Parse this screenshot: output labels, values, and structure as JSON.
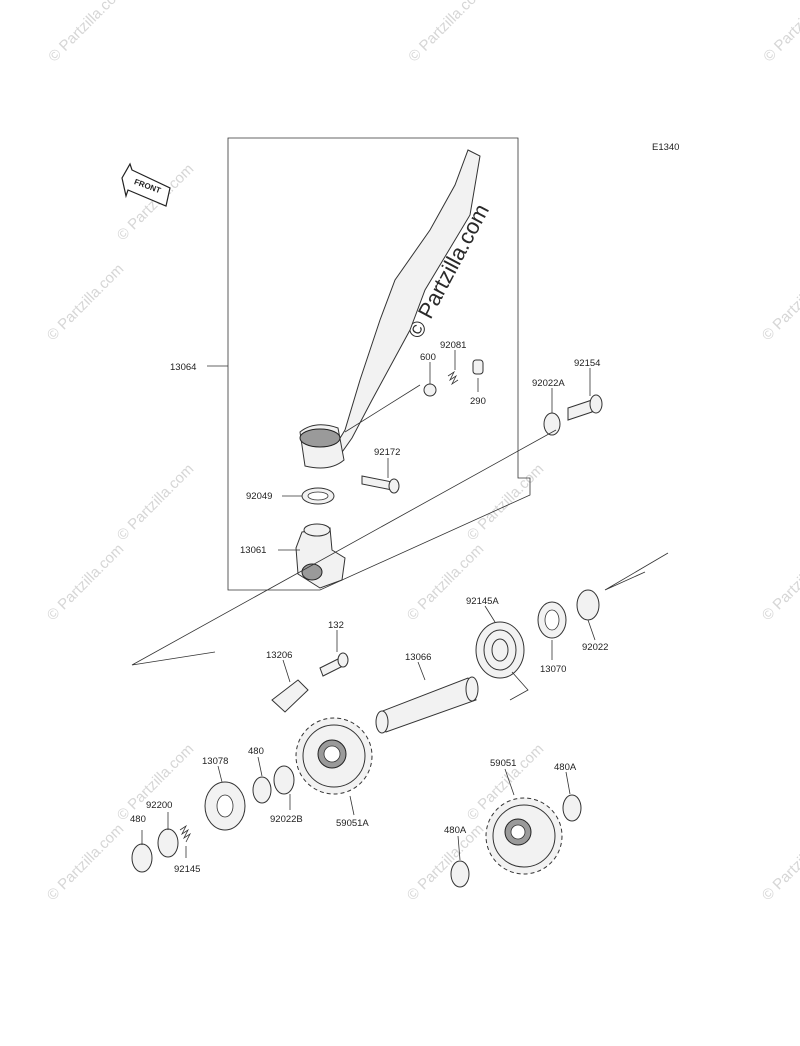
{
  "diagram_code": "E1340",
  "front_label": "FRONT",
  "watermark_main": "© Partzilla.com",
  "watermark_small": "© Partzilla.com",
  "part_labels": {
    "p13064": "13064",
    "p600": "600",
    "p92081": "92081",
    "p290": "290",
    "p92154": "92154",
    "p92022A": "92022A",
    "p92172": "92172",
    "p92049": "92049",
    "p13061": "13061",
    "p92145A": "92145A",
    "p13070": "13070",
    "p92022": "92022",
    "p132": "132",
    "p13206": "13206",
    "p13066": "13066",
    "p13078": "13078",
    "p480a": "480",
    "p480b": "480",
    "p92200": "92200",
    "p92145": "92145",
    "p92022B": "92022B",
    "p59051A": "59051A",
    "p59051": "59051",
    "p480A_a": "480A",
    "p480A_b": "480A"
  },
  "colors": {
    "line": "#333333",
    "part_fill": "#f2f2f2",
    "watermark": "#d6d6d6"
  }
}
